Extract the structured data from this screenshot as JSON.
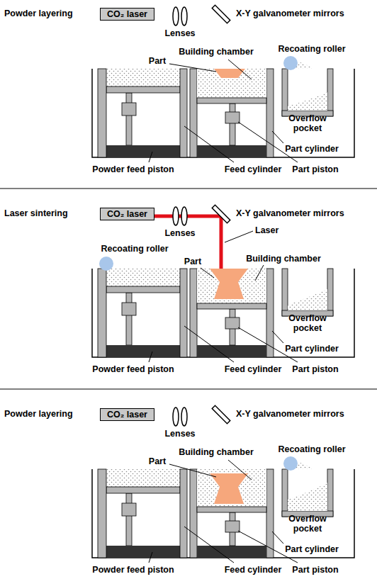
{
  "diagram": {
    "nodes": [
      {
        "text": [
          "CO₂ laser"
        ]
      },
      {
        "text": [
          "CO₂ laser"
        ]
      },
      {
        "text": [
          "CO₂ laser"
        ]
      }
    ],
    "labels": [
      "Powder layering",
      "Lenses",
      "X-Y galvanometer mirrors",
      "Part",
      "Building chamber",
      "Recoating roller",
      "Overflow pocket",
      "Part cylinder",
      "Powder feed piston",
      "Feed cylinder",
      "Part piston",
      "Laser sintering",
      "Lenses",
      "X-Y galvanometer mirrors",
      "Laser",
      "Recoating roller",
      "Building chamber",
      "Part",
      "Overflow pocket",
      "Part cylinder",
      "Powder feed piston",
      "Feed cylinder",
      "Part piston",
      "Powder layering",
      "Lenses",
      "X-Y galvanometer mirrors",
      "Part",
      "Building chamber",
      "Recoating roller",
      "Overflow pocket",
      "Part cylinder",
      "Powder feed piston",
      "Feed cylinder",
      "Part piston"
    ]
  }
}
